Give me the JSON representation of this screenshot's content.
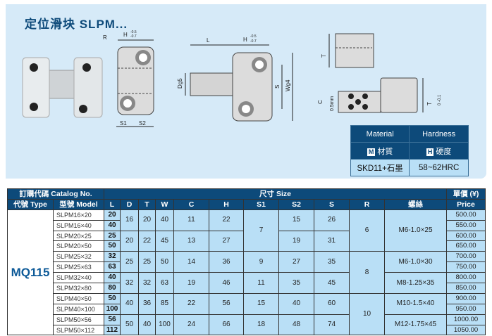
{
  "title": "定位滑块 SLPM...",
  "drawing_labels": {
    "R": "R",
    "H": "H",
    "H_tol_upper": "-0.5",
    "H_tol_lower": "-0.7",
    "S1": "S1",
    "S2": "S2",
    "L": "L",
    "Dg5": "Dg5",
    "S": "S",
    "Wg4": "Wg4",
    "T": "T",
    "T_tol": "0 -0.1",
    "C": "C",
    "C_offset": "0.5mm"
  },
  "material_table": {
    "material_header": "Material",
    "hardness_header": "Hardness",
    "material_badge": "M",
    "material_cn": "材質",
    "hardness_badge": "H",
    "hardness_cn": "硬度",
    "material_value": "SKD11+石墨",
    "hardness_value": "58~62HRC"
  },
  "spec_table": {
    "catalog_header": "訂購代碼 Catalog No.",
    "size_header": "尺寸 Size",
    "price_header_cn": "單價 (¥)",
    "price_header_en": "Price",
    "type_header": "代號 Type",
    "model_header": "型號 Model",
    "columns": [
      "L",
      "D",
      "T",
      "W",
      "C",
      "H",
      "S1",
      "S2",
      "S",
      "R",
      "螺絲"
    ],
    "type": "MQ115",
    "rows": [
      {
        "model": "SLPM16×20",
        "L": "20",
        "price": "500.00"
      },
      {
        "model": "SLPM16×40",
        "L": "40",
        "price": "550.00"
      },
      {
        "model": "SLPM20×25",
        "L": "25",
        "price": "600.00"
      },
      {
        "model": "SLPM20×50",
        "L": "50",
        "price": "650.00"
      },
      {
        "model": "SLPM25×32",
        "L": "32",
        "price": "700.00"
      },
      {
        "model": "SLPM25×63",
        "L": "63",
        "price": "750.00"
      },
      {
        "model": "SLPM32×40",
        "L": "40",
        "price": "800.00"
      },
      {
        "model": "SLPM32×80",
        "L": "80",
        "price": "850.00"
      },
      {
        "model": "SLPM40×50",
        "L": "50",
        "price": "900.00"
      },
      {
        "model": "SLPM40×100",
        "L": "100",
        "price": "950.00"
      },
      {
        "model": "SLPM50×56",
        "L": "56",
        "price": "1000.00"
      },
      {
        "model": "SLPM50×112",
        "L": "112",
        "price": "1050.00"
      }
    ],
    "pairs": [
      {
        "D": "16",
        "T": "20",
        "W": "40",
        "C": "11",
        "H": "22",
        "S2": "15",
        "S": "26"
      },
      {
        "D": "20",
        "T": "22",
        "W": "45",
        "C": "13",
        "H": "27",
        "S2": "19",
        "S": "31"
      },
      {
        "D": "25",
        "T": "25",
        "W": "50",
        "C": "14",
        "H": "36",
        "S2": "27",
        "S": "35"
      },
      {
        "D": "32",
        "T": "32",
        "W": "63",
        "C": "19",
        "H": "46",
        "S2": "35",
        "S": "45"
      },
      {
        "D": "40",
        "T": "36",
        "W": "85",
        "C": "22",
        "H": "56",
        "S2": "40",
        "S": "60"
      },
      {
        "D": "50",
        "T": "40",
        "W": "100",
        "C": "24",
        "H": "66",
        "S2": "48",
        "S": "74"
      }
    ],
    "S1": [
      {
        "value": "7",
        "span": 4
      },
      {
        "value": "9",
        "span": 2
      },
      {
        "value": "11",
        "span": 2
      },
      {
        "value": "15",
        "span": 2
      },
      {
        "value": "18",
        "span": 2
      }
    ],
    "R": [
      {
        "value": "6",
        "span": 4
      },
      {
        "value": "8",
        "span": 4
      },
      {
        "value": "10",
        "span": 4
      }
    ],
    "screw": [
      {
        "value": "M6-1.0×25",
        "span": 4
      },
      {
        "value": "M6-1.0×30",
        "span": 2
      },
      {
        "value": "M8-1.25×35",
        "span": 2
      },
      {
        "value": "M10-1.5×40",
        "span": 2
      },
      {
        "value": "M12-1.75×45",
        "span": 2
      }
    ]
  },
  "colors": {
    "header": "#0d4a7a",
    "cell": "#b9dff6",
    "panel": "#d6eaf8"
  }
}
